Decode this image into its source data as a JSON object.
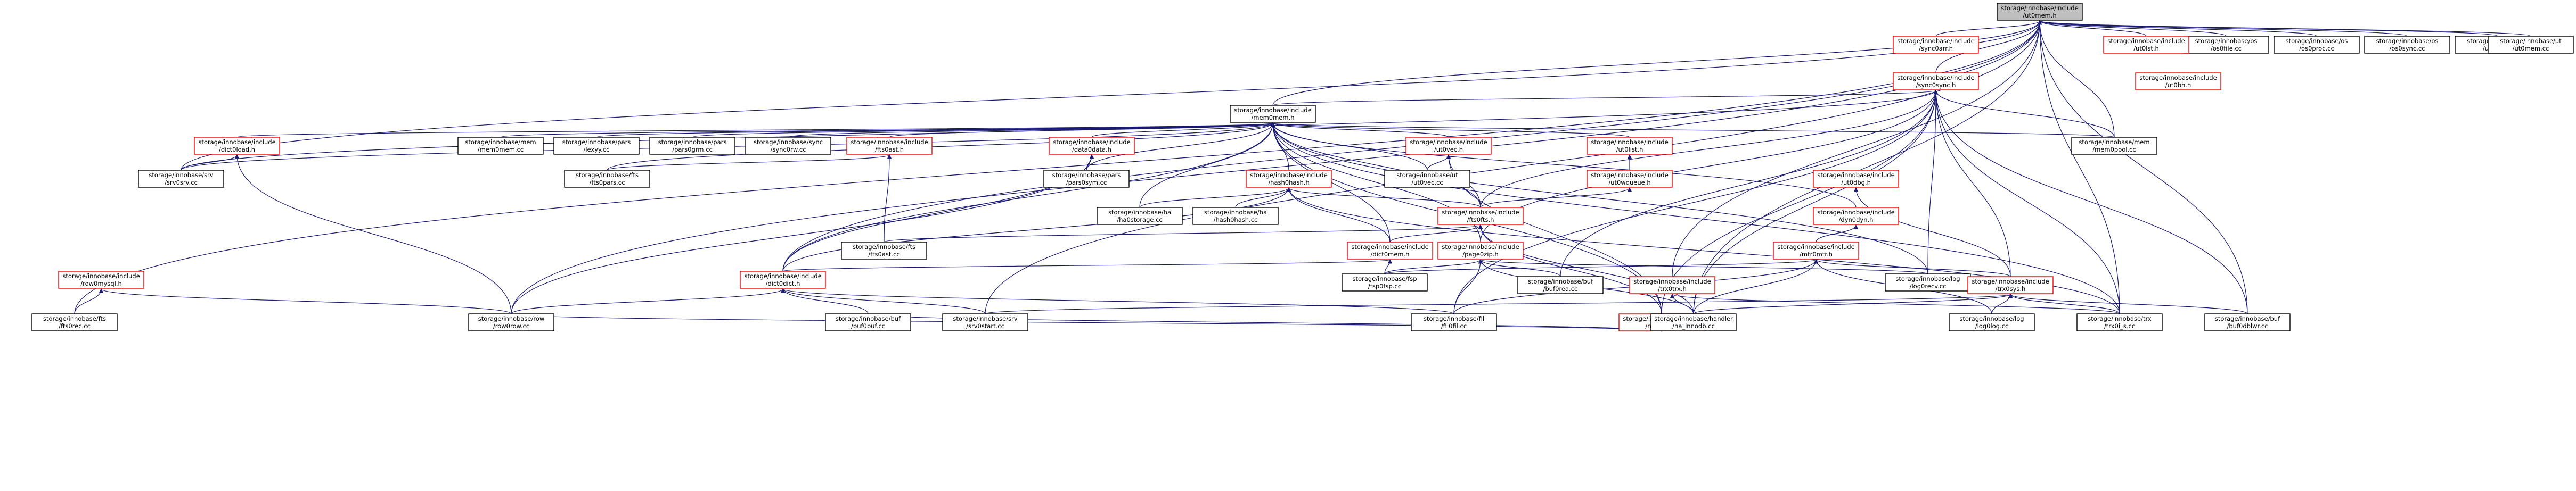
{
  "diagram": {
    "type": "include-dependency-graph",
    "colors": {
      "edge": "#191970",
      "root_fill": "#bfbfbf",
      "node_fill": "#ffffff",
      "node_border": "#000000",
      "header_border": "#ff0000"
    },
    "nodes": [
      {
        "id": "root",
        "line1": "storage/innobase/include",
        "line2": "/ut0mem.h",
        "style": "root"
      },
      {
        "id": "os0file",
        "line1": "storage/innobase/os",
        "line2": "/os0file.cc",
        "style": "plain"
      },
      {
        "id": "os0proc",
        "line1": "storage/innobase/os",
        "line2": "/os0proc.cc",
        "style": "plain"
      },
      {
        "id": "os0sync",
        "line1": "storage/innobase/os",
        "line2": "/os0sync.cc",
        "style": "plain"
      },
      {
        "id": "ut0list",
        "line1": "storage/innobase/ut",
        "line2": "/ut0list.cc",
        "style": "plain"
      },
      {
        "id": "ut0mem",
        "line1": "storage/innobase/ut",
        "line2": "/ut0mem.cc",
        "style": "plain"
      },
      {
        "id": "sync0arr",
        "line1": "storage/innobase/include",
        "line2": "/sync0arr.h",
        "style": "header"
      },
      {
        "id": "ut0lst",
        "line1": "storage/innobase/include",
        "line2": "/ut0lst.h",
        "style": "header"
      },
      {
        "id": "sync0sync",
        "line1": "storage/innobase/include",
        "line2": "/sync0sync.h",
        "style": "header"
      },
      {
        "id": "mem0mem",
        "line1": "storage/innobase/include",
        "line2": "/mem0mem.h",
        "style": "plain"
      },
      {
        "id": "dict0load",
        "line1": "storage/innobase/include",
        "line2": "/dict0load.h",
        "style": "header"
      },
      {
        "id": "mem0mem_cc",
        "line1": "storage/innobase/mem",
        "line2": "/mem0mem.cc",
        "style": "plain"
      },
      {
        "id": "lexyy",
        "line1": "storage/innobase/pars",
        "line2": "/lexyy.cc",
        "style": "plain"
      },
      {
        "id": "pars0grm",
        "line1": "storage/innobase/pars",
        "line2": "/pars0grm.cc",
        "style": "plain"
      },
      {
        "id": "sync0rw",
        "line1": "storage/innobase/sync",
        "line2": "/sync0rw.cc",
        "style": "plain"
      },
      {
        "id": "fts0ast",
        "line1": "storage/innobase/include",
        "line2": "/fts0ast.h",
        "style": "header"
      },
      {
        "id": "data0data",
        "line1": "storage/innobase/include",
        "line2": "/data0data.h",
        "style": "header"
      },
      {
        "id": "ut0vec",
        "line1": "storage/innobase/include",
        "line2": "/ut0vec.h",
        "style": "header"
      },
      {
        "id": "ut0list_h",
        "line1": "storage/innobase/include",
        "line2": "/ut0list.h",
        "style": "header"
      },
      {
        "id": "mem0pool",
        "line1": "storage/innobase/mem",
        "line2": "/mem0pool.cc",
        "style": "plain"
      },
      {
        "id": "srv0srv",
        "line1": "storage/innobase/srv",
        "line2": "/srv0srv.cc",
        "style": "plain"
      },
      {
        "id": "fts0pars",
        "line1": "storage/innobase/fts",
        "line2": "/fts0pars.cc",
        "style": "plain"
      },
      {
        "id": "pars0sym",
        "line1": "storage/innobase/pars",
        "line2": "/pars0sym.cc",
        "style": "plain"
      },
      {
        "id": "hash0hash",
        "line1": "storage/innobase/include",
        "line2": "/hash0hash.h",
        "style": "header"
      },
      {
        "id": "ut0vec_cc",
        "line1": "storage/innobase/ut",
        "line2": "/ut0vec.cc",
        "style": "plain"
      },
      {
        "id": "ut0bh",
        "line1": "storage/innobase/include",
        "line2": "/ut0bh.h",
        "style": "header"
      },
      {
        "id": "ut0wqueue",
        "line1": "storage/innobase/include",
        "line2": "/ut0wqueue.h",
        "style": "header"
      },
      {
        "id": "ut0dbg",
        "line1": "storage/innobase/include",
        "line2": "/ut0dbg.h",
        "style": "header"
      },
      {
        "id": "hash0hash_cc",
        "line1": "storage/innobase/ha",
        "line2": "/hash0hash.cc",
        "style": "plain"
      },
      {
        "id": "ha0storage",
        "line1": "storage/innobase/ha",
        "line2": "/ha0storage.cc",
        "style": "plain"
      },
      {
        "id": "fts0fts",
        "line1": "storage/innobase/include",
        "line2": "/fts0fts.h",
        "style": "header"
      },
      {
        "id": "dyn0dyn",
        "line1": "storage/innobase/include",
        "line2": "/dyn0dyn.h",
        "style": "header"
      },
      {
        "id": "fts0ast_cc",
        "line1": "storage/innobase/fts",
        "line2": "/fts0ast.cc",
        "style": "plain"
      },
      {
        "id": "dict0mem",
        "line1": "storage/innobase/include",
        "line2": "/dict0mem.h",
        "style": "header"
      },
      {
        "id": "page0zip",
        "line1": "storage/innobase/include",
        "line2": "/page0zip.h",
        "style": "header"
      },
      {
        "id": "mtr0mtr",
        "line1": "storage/innobase/include",
        "line2": "/mtr0mtr.h",
        "style": "header"
      },
      {
        "id": "row0mysql",
        "line1": "storage/innobase/include",
        "line2": "/row0mysql.h",
        "style": "header"
      },
      {
        "id": "dict0dict",
        "line1": "storage/innobase/include",
        "line2": "/dict0dict.h",
        "style": "header"
      },
      {
        "id": "hash0hash_fsp",
        "line1": "storage/innobase/fsp",
        "line2": "/fsp0fsp.cc",
        "style": "plain"
      },
      {
        "id": "buf0rea",
        "line1": "storage/innobase/buf",
        "line2": "/buf0rea.cc",
        "style": "plain"
      },
      {
        "id": "log0recv",
        "line1": "storage/innobase/log",
        "line2": "/log0recv.cc",
        "style": "plain"
      },
      {
        "id": "trx0trx",
        "line1": "storage/innobase/include",
        "line2": "/trx0trx.h",
        "style": "header"
      },
      {
        "id": "trx0sys",
        "line1": "storage/innobase/include",
        "line2": "/trx0sys.h",
        "style": "header"
      },
      {
        "id": "row0ext",
        "line1": "storage/innobase/include",
        "line2": "/row0ext.h",
        "style": "header"
      },
      {
        "id": "fts0rec",
        "line1": "storage/innobase/fts",
        "line2": "/fts0rec.cc",
        "style": "plain"
      },
      {
        "id": "row0row",
        "line1": "storage/innobase/row",
        "line2": "/row0row.cc",
        "style": "plain"
      },
      {
        "id": "buf0buf",
        "line1": "storage/innobase/buf",
        "line2": "/buf0buf.cc",
        "style": "plain"
      },
      {
        "id": "srv0start",
        "line1": "storage/innobase/srv",
        "line2": "/srv0start.cc",
        "style": "plain"
      },
      {
        "id": "fil0fil",
        "line1": "storage/innobase/fil",
        "line2": "/fil0fil.cc",
        "style": "plain"
      },
      {
        "id": "ha_innodb",
        "line1": "storage/innobase/handler",
        "line2": "/ha_innodb.cc",
        "style": "plain"
      },
      {
        "id": "log0log",
        "line1": "storage/innobase/log",
        "line2": "/log0log.cc",
        "style": "plain"
      },
      {
        "id": "trx0i_s",
        "line1": "storage/innobase/trx",
        "line2": "/trx0i_s.cc",
        "style": "plain"
      },
      {
        "id": "buf0dblwr",
        "line1": "storage/innobase/buf",
        "line2": "/buf0dblwr.cc",
        "style": "plain"
      }
    ],
    "edges": [
      [
        "os0file",
        "root"
      ],
      [
        "os0proc",
        "root"
      ],
      [
        "os0sync",
        "root"
      ],
      [
        "ut0list",
        "root"
      ],
      [
        "ut0mem",
        "root"
      ],
      [
        "sync0arr",
        "root"
      ],
      [
        "ut0lst",
        "root"
      ],
      [
        "sync0sync",
        "root"
      ],
      [
        "mem0mem",
        "root"
      ],
      [
        "mem0pool",
        "root"
      ],
      [
        "srv0srv",
        "root"
      ],
      [
        "trx0i_s",
        "root"
      ],
      [
        "buf0dblwr",
        "root"
      ],
      [
        "row0row",
        "root"
      ],
      [
        "srv0start",
        "root"
      ],
      [
        "fts0rec",
        "root"
      ],
      [
        "trx0trx",
        "root"
      ],
      [
        "ha_innodb",
        "root"
      ],
      [
        "dict0dict",
        "root"
      ],
      [
        "mem0mem",
        "sync0sync"
      ],
      [
        "srv0srv",
        "sync0sync"
      ],
      [
        "mem0pool",
        "sync0sync"
      ],
      [
        "trx0i_s",
        "sync0sync"
      ],
      [
        "buf0dblwr",
        "sync0sync"
      ],
      [
        "ha_innodb",
        "sync0sync"
      ],
      [
        "log0recv",
        "sync0sync"
      ],
      [
        "trx0sys",
        "sync0sync"
      ],
      [
        "fil0fil",
        "sync0sync"
      ],
      [
        "row0ext",
        "sync0sync"
      ],
      [
        "page0zip",
        "sync0sync"
      ],
      [
        "fts0fts",
        "sync0sync"
      ],
      [
        "buf0rea",
        "sync0sync"
      ],
      [
        "dict0load",
        "mem0mem"
      ],
      [
        "mem0mem_cc",
        "mem0mem"
      ],
      [
        "lexyy",
        "mem0mem"
      ],
      [
        "pars0grm",
        "mem0mem"
      ],
      [
        "sync0rw",
        "mem0mem"
      ],
      [
        "fts0ast",
        "mem0mem"
      ],
      [
        "data0data",
        "mem0mem"
      ],
      [
        "ut0vec",
        "mem0mem"
      ],
      [
        "ut0list_h",
        "mem0mem"
      ],
      [
        "mem0pool",
        "mem0mem"
      ],
      [
        "srv0srv",
        "mem0mem"
      ],
      [
        "fts0pars",
        "mem0mem"
      ],
      [
        "pars0sym",
        "mem0mem"
      ],
      [
        "hash0hash",
        "mem0mem"
      ],
      [
        "ut0vec_cc",
        "mem0mem"
      ],
      [
        "ha0storage",
        "mem0mem"
      ],
      [
        "fts0fts",
        "mem0mem"
      ],
      [
        "dyn0dyn",
        "mem0mem"
      ],
      [
        "dict0mem",
        "mem0mem"
      ],
      [
        "page0zip",
        "mem0mem"
      ],
      [
        "dict0dict",
        "mem0mem"
      ],
      [
        "row0ext",
        "mem0mem"
      ],
      [
        "log0recv",
        "mem0mem"
      ],
      [
        "trx0i_s",
        "mem0mem"
      ],
      [
        "srv0srv",
        "dict0load"
      ],
      [
        "row0row",
        "dict0load"
      ],
      [
        "fts0pars",
        "fts0ast"
      ],
      [
        "fts0ast_cc",
        "fts0ast"
      ],
      [
        "pars0sym",
        "data0data"
      ],
      [
        "dict0dict",
        "data0data"
      ],
      [
        "row0row",
        "data0data"
      ],
      [
        "ut0vec_cc",
        "ut0vec"
      ],
      [
        "fts0fts",
        "ut0vec"
      ],
      [
        "row0ext",
        "ut0vec"
      ],
      [
        "ut0wqueue",
        "ut0list_h"
      ],
      [
        "fts0fts",
        "ut0wqueue"
      ],
      [
        "trx0sys",
        "ut0dbg"
      ],
      [
        "hash0hash_cc",
        "hash0hash"
      ],
      [
        "ha0storage",
        "hash0hash"
      ],
      [
        "fts0fts",
        "hash0hash"
      ],
      [
        "dict0mem",
        "hash0hash"
      ],
      [
        "dict0dict",
        "hash0hash"
      ],
      [
        "trx0i_s",
        "hash0hash"
      ],
      [
        "fts0ast_cc",
        "fts0fts"
      ],
      [
        "dict0mem",
        "fts0fts"
      ],
      [
        "row0ext",
        "fts0fts"
      ],
      [
        "ha_innodb",
        "fts0fts"
      ],
      [
        "mtr0mtr",
        "dyn0dyn"
      ],
      [
        "dict0dict",
        "dict0mem"
      ],
      [
        "hash0hash_fsp",
        "dict0mem"
      ],
      [
        "hash0hash_fsp",
        "page0zip"
      ],
      [
        "buf0rea",
        "page0zip"
      ],
      [
        "fil0fil",
        "page0zip"
      ],
      [
        "log0recv",
        "page0zip"
      ],
      [
        "ha_innodb",
        "page0zip"
      ],
      [
        "hash0hash_fsp",
        "mtr0mtr"
      ],
      [
        "trx0sys",
        "mtr0mtr"
      ],
      [
        "log0log",
        "mtr0mtr"
      ],
      [
        "fil0fil",
        "mtr0mtr"
      ],
      [
        "ha_innodb",
        "mtr0mtr"
      ],
      [
        "row0row",
        "dict0dict"
      ],
      [
        "buf0buf",
        "dict0dict"
      ],
      [
        "srv0start",
        "dict0dict"
      ],
      [
        "fil0fil",
        "dict0dict"
      ],
      [
        "trx0i_s",
        "trx0trx"
      ],
      [
        "ha_innodb",
        "trx0trx"
      ],
      [
        "fts0rec",
        "row0mysql"
      ],
      [
        "row0row",
        "row0mysql"
      ],
      [
        "log0log",
        "trx0sys"
      ],
      [
        "trx0i_s",
        "trx0sys"
      ],
      [
        "buf0dblwr",
        "trx0sys"
      ],
      [
        "srv0start",
        "trx0sys"
      ],
      [
        "ha_innodb",
        "trx0sys"
      ],
      [
        "buf0buf",
        "row0ext"
      ],
      [
        "row0row",
        "row0ext"
      ]
    ]
  }
}
